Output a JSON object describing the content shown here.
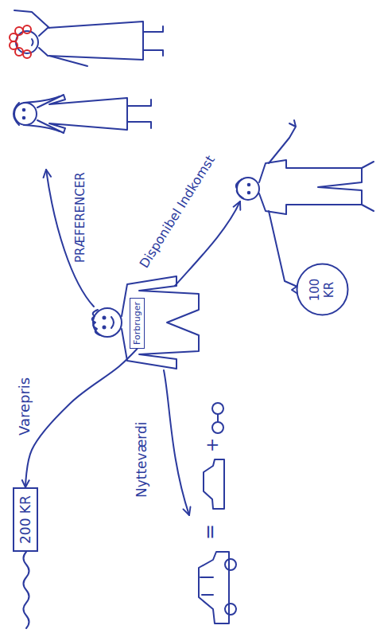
{
  "diagram": {
    "nodes": [
      {
        "text": [
          "Forbruger"
        ]
      },
      {
        "text": [
          "200 KR"
        ]
      },
      {
        "text": [
          "100 KR"
        ]
      }
    ],
    "edges": [
      {
        "from": 0,
        "to": 1,
        "arrow": "to",
        "label": "Varepris"
      }
    ],
    "labels": [
      "Nytteværdi",
      "=",
      "+",
      "PRÆFERENCER",
      "Disponibel Indkomst"
    ]
  }
}
